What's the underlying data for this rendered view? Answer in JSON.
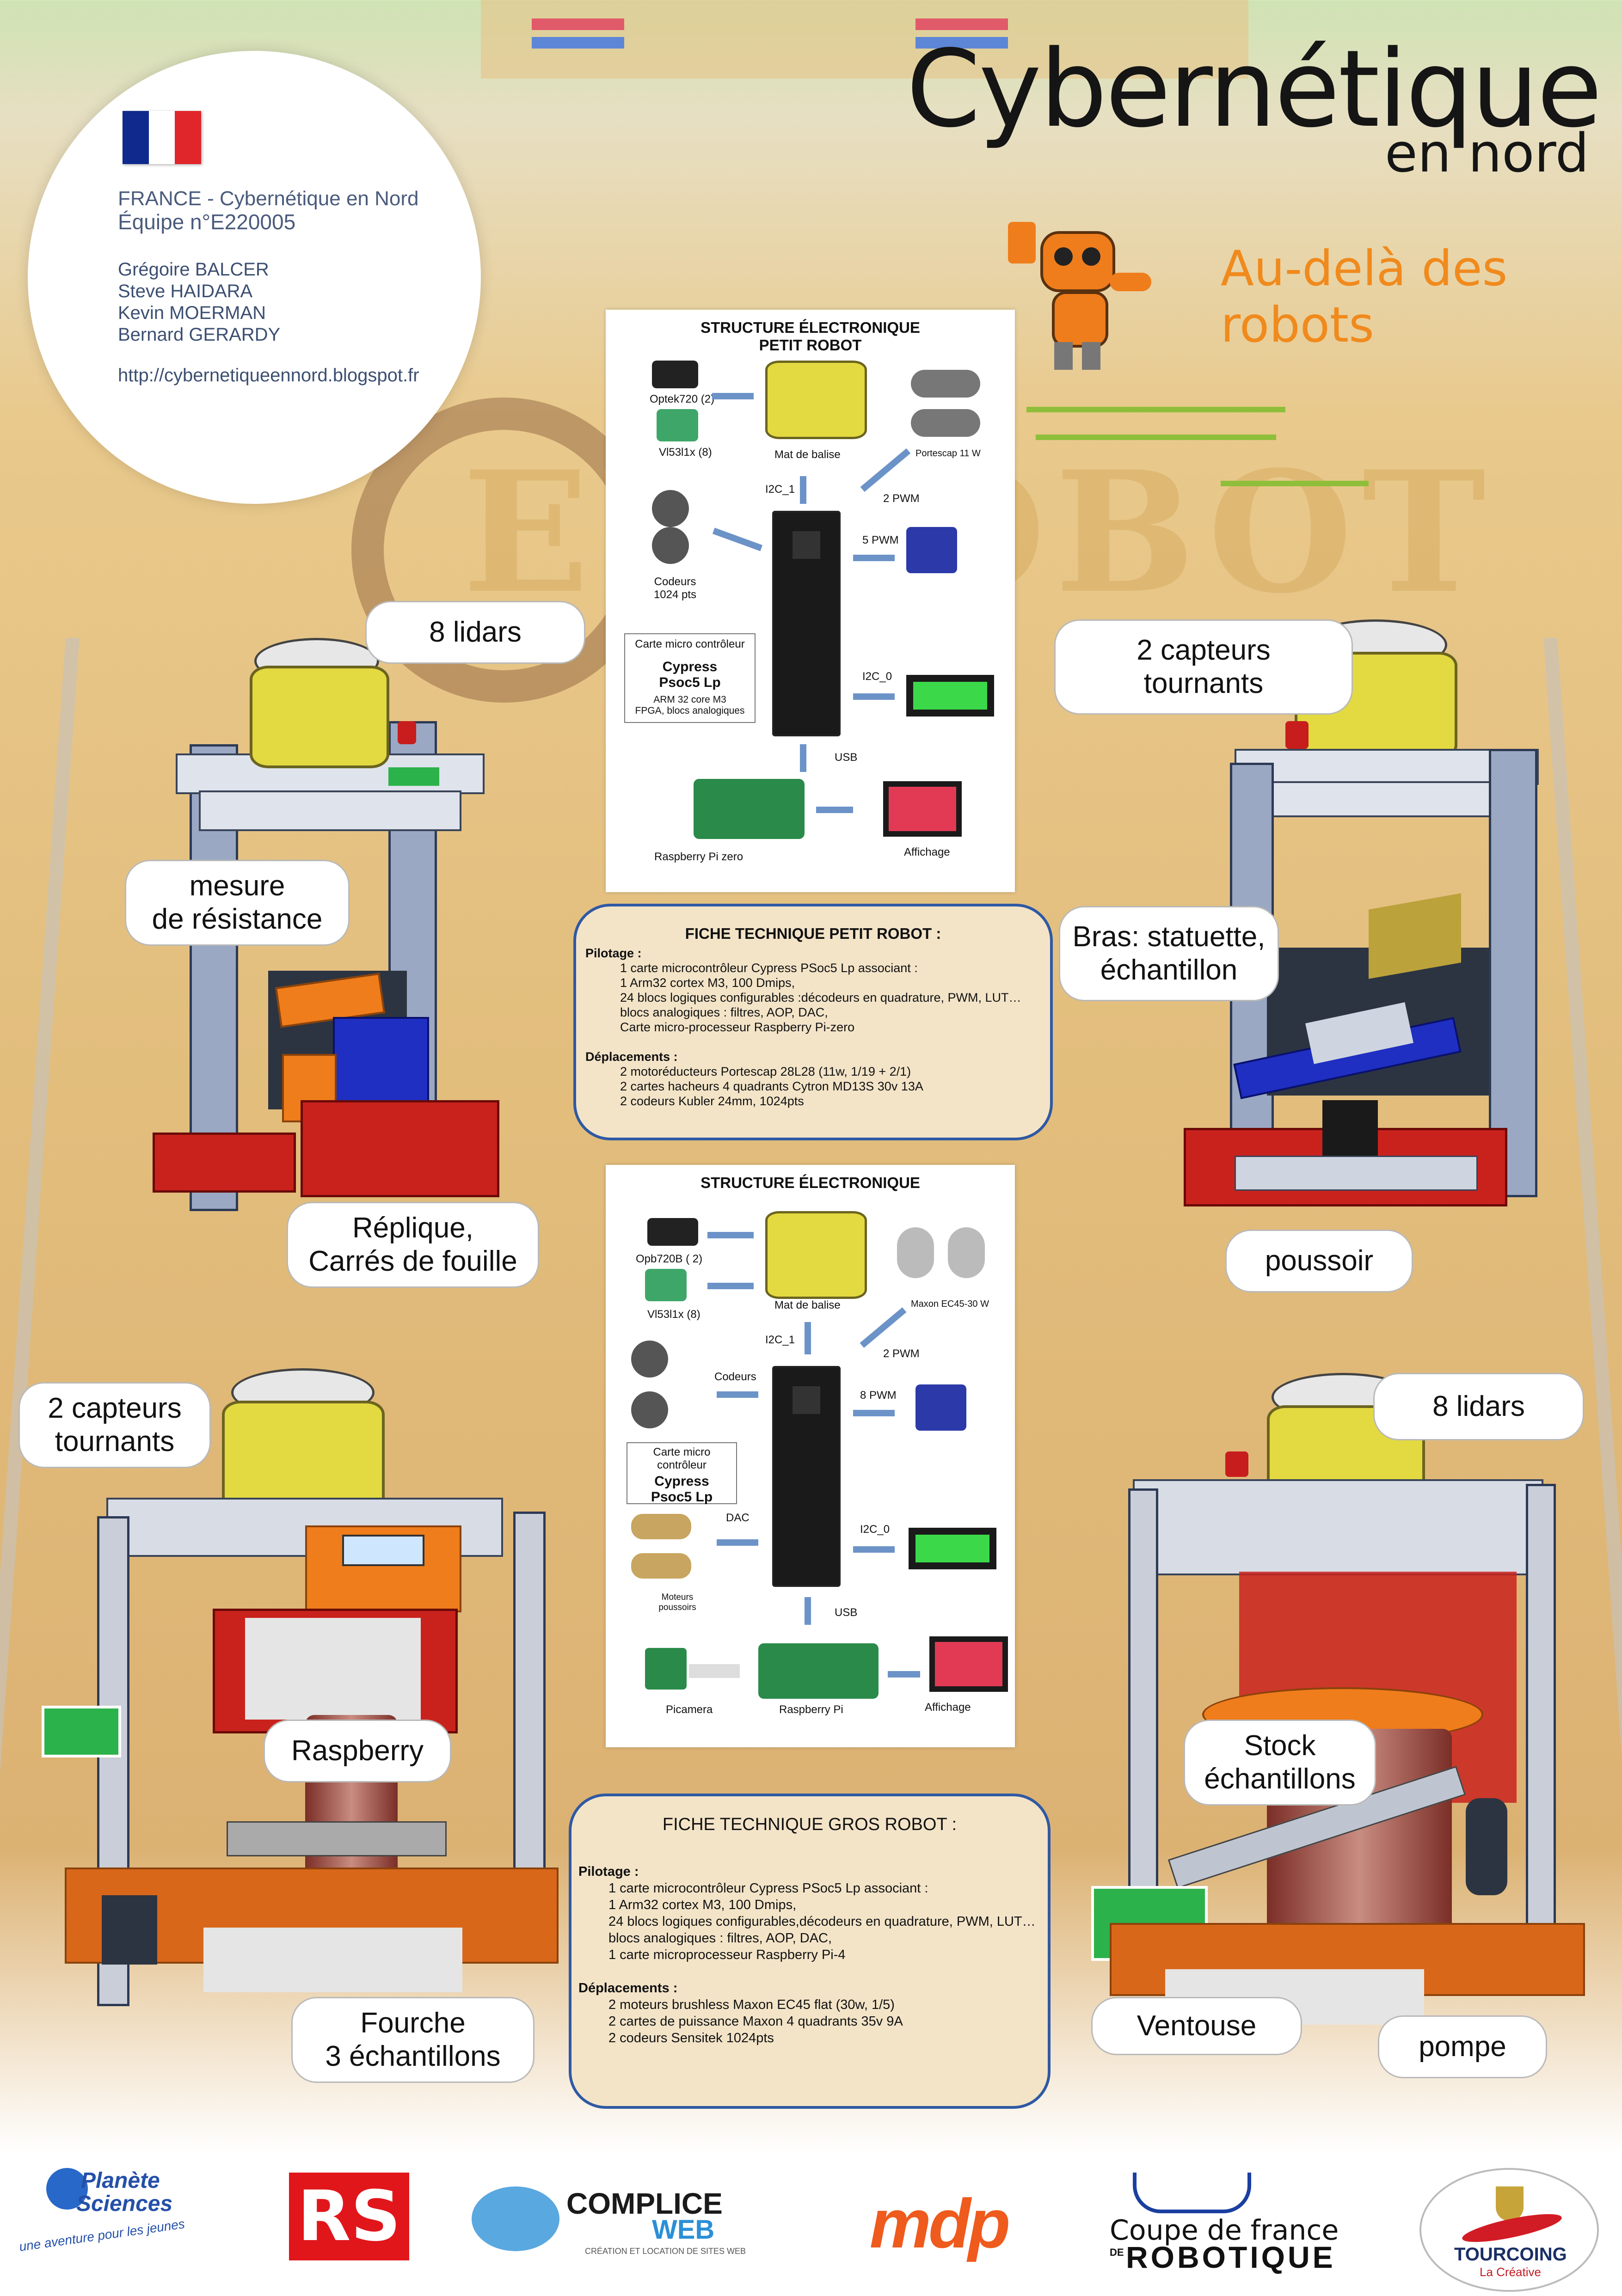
{
  "header": {
    "title": "Cybernétique",
    "subtitle": "en nord",
    "tagline": "Au-delà des robots",
    "team_line": "FRANCE - Cybernétique en Nord",
    "team_id": "Équipe n°E220005",
    "members": [
      "Grégoire BALCER",
      "Steve HAIDARA",
      "Kevin MOERMAN",
      "Bernard GERARDY"
    ],
    "url": "http://cybernetiqueennord.blogspot.fr",
    "flag_colors": [
      "#0f2a8c",
      "#ffffff",
      "#e0262b"
    ]
  },
  "small_structure": {
    "title_line1": "STRUCTURE ÉLECTRONIQUE",
    "title_line2": "PETIT ROBOT",
    "optek": "Optek720 (2)",
    "vl": "Vl53l1x (8)",
    "mat": "Mat de balise",
    "portescap": "Portescap 11 W",
    "i2c1": "I2C_1",
    "pwm2": "2 PWM",
    "pwm5": "5 PWM",
    "codeurs": "Codeurs",
    "codeurs_res": "1024 pts",
    "micro_label": "Carte micro contrôleur",
    "micro_name1": "Cypress",
    "micro_name2": "Psoc5 Lp",
    "micro_desc1": "ARM 32 core M3",
    "micro_desc2": "FPGA, blocs analogiques",
    "i2c0": "I2C_0",
    "usb": "USB",
    "rpi": "Raspberry Pi zero",
    "affichage": "Affichage"
  },
  "small_fiche": {
    "title": "FICHE TECHNIQUE PETIT ROBOT :",
    "pilotage_head": "Pilotage :",
    "pilotage": [
      "1 carte microcontrôleur Cypress PSoc5 Lp  associant :",
      "1 Arm32 cortex M3, 100 Dmips,",
      "24 blocs logiques configurables :décodeurs en quadrature, PWM, LUT…",
      "blocs analogiques : filtres, AOP, DAC,",
      "Carte micro-processeur Raspberry Pi-zero"
    ],
    "deplacements_head": "Déplacements :",
    "deplacements": [
      "2 motoréducteurs Portescap 28L28 (11w, 1/19 + 2/1)",
      "2 cartes hacheurs 4 quadrants Cytron MD13S 30v 13A",
      "2 codeurs Kubler 24mm, 1024pts"
    ]
  },
  "big_structure": {
    "title": "STRUCTURE ÉLECTRONIQUE",
    "opb": "Opb720B ( 2)",
    "vl": "Vl53l1x (8)",
    "mat": "Mat de balise",
    "maxon": "Maxon EC45-30 W",
    "i2c1": "I2C_1",
    "pwm2": "2 PWM",
    "codeurs": "Codeurs",
    "pwm8": "8 PWM",
    "micro_label": "Carte micro contrôleur",
    "micro_name1": "Cypress",
    "micro_name2": "Psoc5 Lp",
    "dac": "DAC",
    "i2c0": "I2C_0",
    "moteurs1": "Moteurs",
    "moteurs2": "poussoirs",
    "usb": "USB",
    "picamera": "Picamera",
    "rpi": "Raspberry Pi",
    "affichage": "Affichage"
  },
  "big_fiche": {
    "title": "FICHE TECHNIQUE GROS ROBOT :",
    "pilotage_head": "Pilotage :",
    "pilotage": [
      "1 carte microcontrôleur Cypress PSoc5 Lp  associant :",
      "1 Arm32 cortex M3, 100 Dmips,",
      "24 blocs logiques configurables,décodeurs en quadrature, PWM, LUT…",
      "blocs analogiques : filtres, AOP, DAC,",
      "1 carte microprocesseur Raspberry Pi-4"
    ],
    "deplacements_head": "Déplacements :",
    "deplacements": [
      "2 moteurs brushless Maxon EC45 flat (30w, 1/5)",
      "2 cartes de puissance Maxon  4 quadrants 35v 9A",
      "2 codeurs Sensitek 1024pts"
    ]
  },
  "callouts": {
    "lidars_tl": "8 lidars",
    "capteurs_tr_1": "2 capteurs",
    "capteurs_tr_2": "tournants",
    "mesure_1": "mesure",
    "mesure_2": "de résistance",
    "bras_1": "Bras: statuette,",
    "bras_2": "échantillon",
    "replique_1": "Réplique,",
    "replique_2": "Carrés de fouille",
    "poussoir": "poussoir",
    "capteurs_bl_1": "2 capteurs",
    "capteurs_bl_2": "tournants",
    "lidars_br": "8 lidars",
    "raspberry": "Raspberry",
    "stock_1": "Stock",
    "stock_2": "échantillons",
    "fourche_1": "Fourche",
    "fourche_2": "3 échantillons",
    "ventouse": "Ventouse",
    "pompe": "pompe"
  },
  "sponsors": {
    "planete_1": "Planète",
    "planete_2": "Sciences",
    "planete_3": "une aventure pour les jeunes",
    "rs": "RS",
    "complice_1": "COMPLICE",
    "complice_2": "WEB",
    "complice_3": "CRÉATION ET LOCATION DE SITES WEB",
    "mdp": "mdp",
    "cfr_1": "Coupe de france",
    "cfr_2": "ROBOTIQUE",
    "cfr_de": "DE",
    "tourcoing_1": "TOURCOING",
    "tourcoing_2": "La Créative"
  }
}
